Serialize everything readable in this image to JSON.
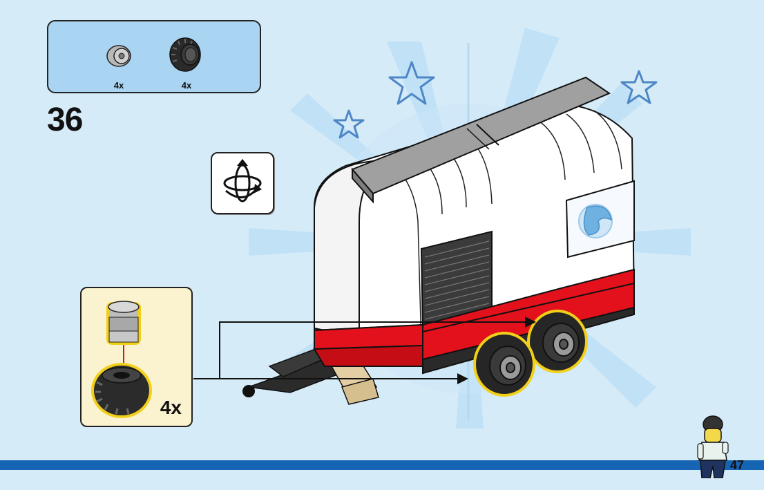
{
  "parts_list": [
    {
      "icon": "gray-rim-icon",
      "count": "4x"
    },
    {
      "icon": "black-tire-icon",
      "count": "4x"
    }
  ],
  "step": {
    "number": "36"
  },
  "rotate": {
    "icon": "rotate-model-icon"
  },
  "subassembly": {
    "count": "4x"
  },
  "page": {
    "number": "47"
  },
  "colors": {
    "background": "#d6ebf8",
    "callout": "#a9d5f2",
    "subassembly_bg": "#fbf2cf",
    "footer": "#1664b4",
    "trailer_red": "#e3111b"
  }
}
